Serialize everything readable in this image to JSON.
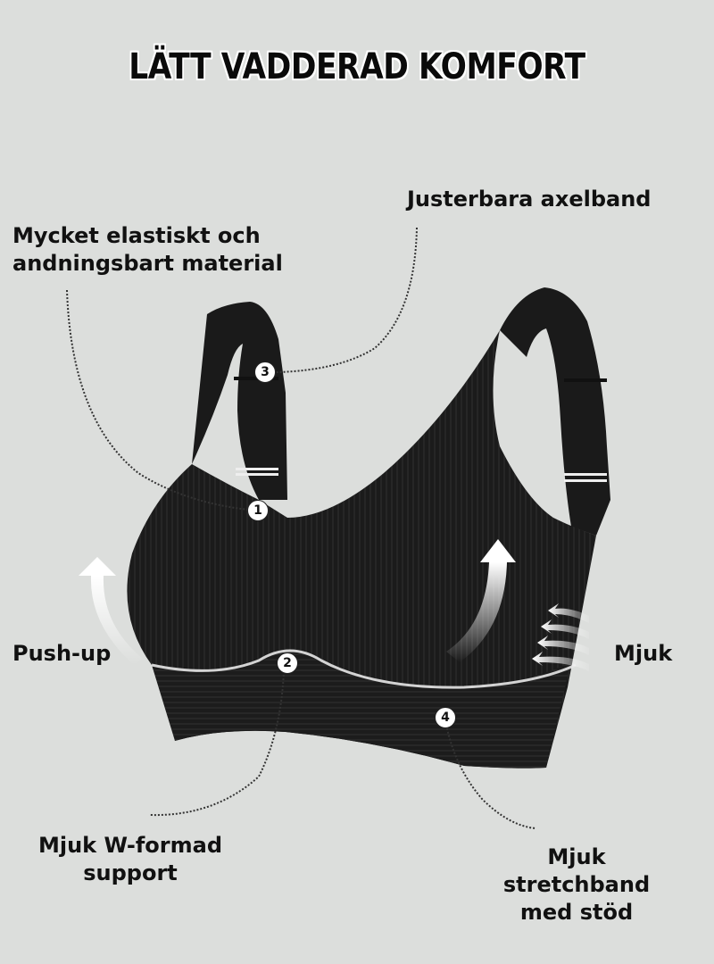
{
  "title": "LÄTT VADDERAD KOMFORT",
  "callouts": {
    "material": {
      "lines": [
        "Mycket elastiskt och",
        "andningsbart material"
      ],
      "badge": "1"
    },
    "w_support": {
      "lines": [
        "Mjuk W-formad",
        "support"
      ],
      "badge": "2"
    },
    "straps": {
      "lines": [
        "Justerbara axelband"
      ],
      "badge": "3"
    },
    "stretchband": {
      "lines": [
        "Mjuk stretchband",
        "med stöd"
      ],
      "badge": "4"
    },
    "pushup": {
      "lines": [
        "Push-up"
      ]
    },
    "soft": {
      "lines": [
        "Mjuk"
      ]
    }
  },
  "colors": {
    "background": "#dcdedc",
    "garment": "#1a1a1a",
    "text": "#111111",
    "badge_fill": "#ffffff"
  }
}
